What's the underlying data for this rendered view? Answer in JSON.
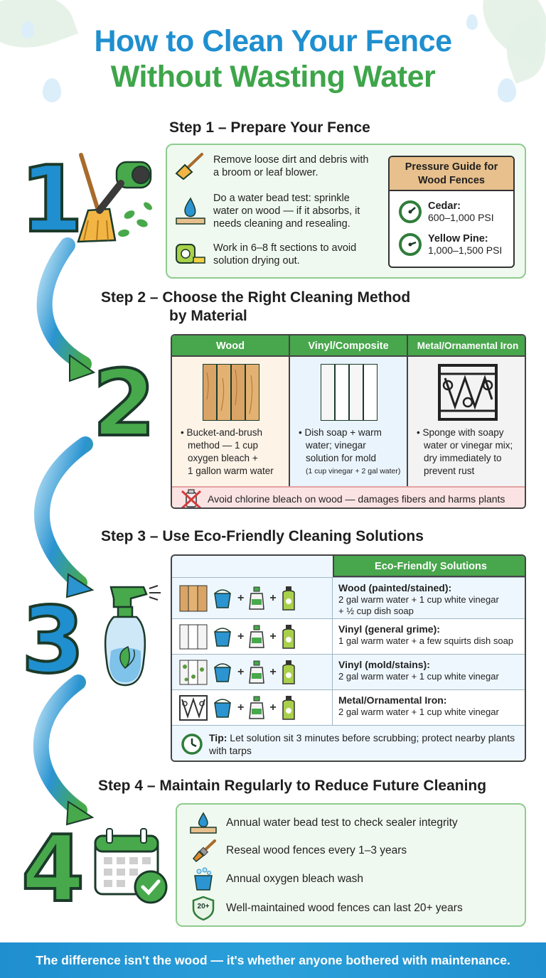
{
  "title": {
    "line1": "How to Clean Your Fence",
    "line2": "Without Wasting Water"
  },
  "colors": {
    "blue": "#1f8fcf",
    "green": "#47a94b",
    "warning": "#fbe3e3",
    "wood": "#e7c08d"
  },
  "numbers": [
    "1",
    "2",
    "3",
    "4"
  ],
  "step1": {
    "title": "Step 1 – Prepare Your Fence",
    "items": [
      {
        "icon": "broom-icon",
        "text": "Remove loose dirt and debris with a broom or leaf blower."
      },
      {
        "icon": "water-drop-icon",
        "text": "Do a water bead test: sprinkle water on wood — if it absorbs, it needs cleaning and resealing."
      },
      {
        "icon": "tape-measure-icon",
        "text": "Work in 6–8 ft sections to avoid solution drying out."
      }
    ],
    "pressure_guide": {
      "title": "Pressure Guide for Wood Fences",
      "entries": [
        {
          "label": "Cedar:",
          "value": "600–1,000 PSI"
        },
        {
          "label": "Yellow Pine:",
          "value": "1,000–1,500 PSI"
        }
      ]
    }
  },
  "step2": {
    "title_line1": "Step 2 – Choose the Right Cleaning Method",
    "title_line2": "by Material",
    "columns": [
      {
        "header": "Wood",
        "lines": [
          "• Bucket-and-brush",
          "method — 1 cup",
          "oxygen bleach +",
          "1 gallon warm water"
        ],
        "note": ""
      },
      {
        "header": "Vinyl/Composite",
        "lines": [
          "• Dish soap + warm",
          "water; vinegar",
          "solution for mold"
        ],
        "note": "(1 cup vinegar + 2 gal water)"
      },
      {
        "header": "Metal/Ornamental Iron",
        "lines": [
          "• Sponge with soapy",
          "water or vinegar mix;",
          "dry immediately to",
          "prevent rust"
        ],
        "note": ""
      }
    ],
    "warning": "Avoid chlorine bleach on wood — damages fibers and harms plants"
  },
  "step3": {
    "title": "Step 3 – Use Eco-Friendly Cleaning Solutions",
    "header": "Eco-Friendly Solutions",
    "rows": [
      {
        "material": "Wood (painted/stained):",
        "recipe_line1": "2 gal warm water + 1 cup white vinegar",
        "recipe_line2": "+ ½ cup dish soap"
      },
      {
        "material": "Vinyl (general grime):",
        "recipe_line1": "1 gal warm water + a few squirts dish soap",
        "recipe_line2": ""
      },
      {
        "material": "Vinyl (mold/stains):",
        "recipe_line1": "2 gal warm water + 1 cup white vinegar",
        "recipe_line2": ""
      },
      {
        "material": "Metal/Ornamental Iron:",
        "recipe_line1": "2 gal warm water + 1 cup white vinegar",
        "recipe_line2": ""
      }
    ],
    "plus": "+",
    "tip_label": "Tip:",
    "tip_text": "Let solution sit 3 minutes before scrubbing; protect nearby plants with tarps"
  },
  "step4": {
    "title": "Step 4 – Maintain Regularly to Reduce Future Cleaning",
    "items": [
      {
        "icon": "water-bead-icon",
        "text": "Annual water bead test to check sealer integrity"
      },
      {
        "icon": "paintbrush-icon",
        "text": "Reseal wood fences every 1–3 years"
      },
      {
        "icon": "bucket-icon",
        "text": "Annual oxygen bleach wash"
      },
      {
        "icon": "shield-20-icon",
        "text": "Well-maintained wood fences can last 20+ years"
      }
    ],
    "shield_label": "20+"
  },
  "footer": "The difference isn't the wood — it's whether anyone bothered with maintenance."
}
